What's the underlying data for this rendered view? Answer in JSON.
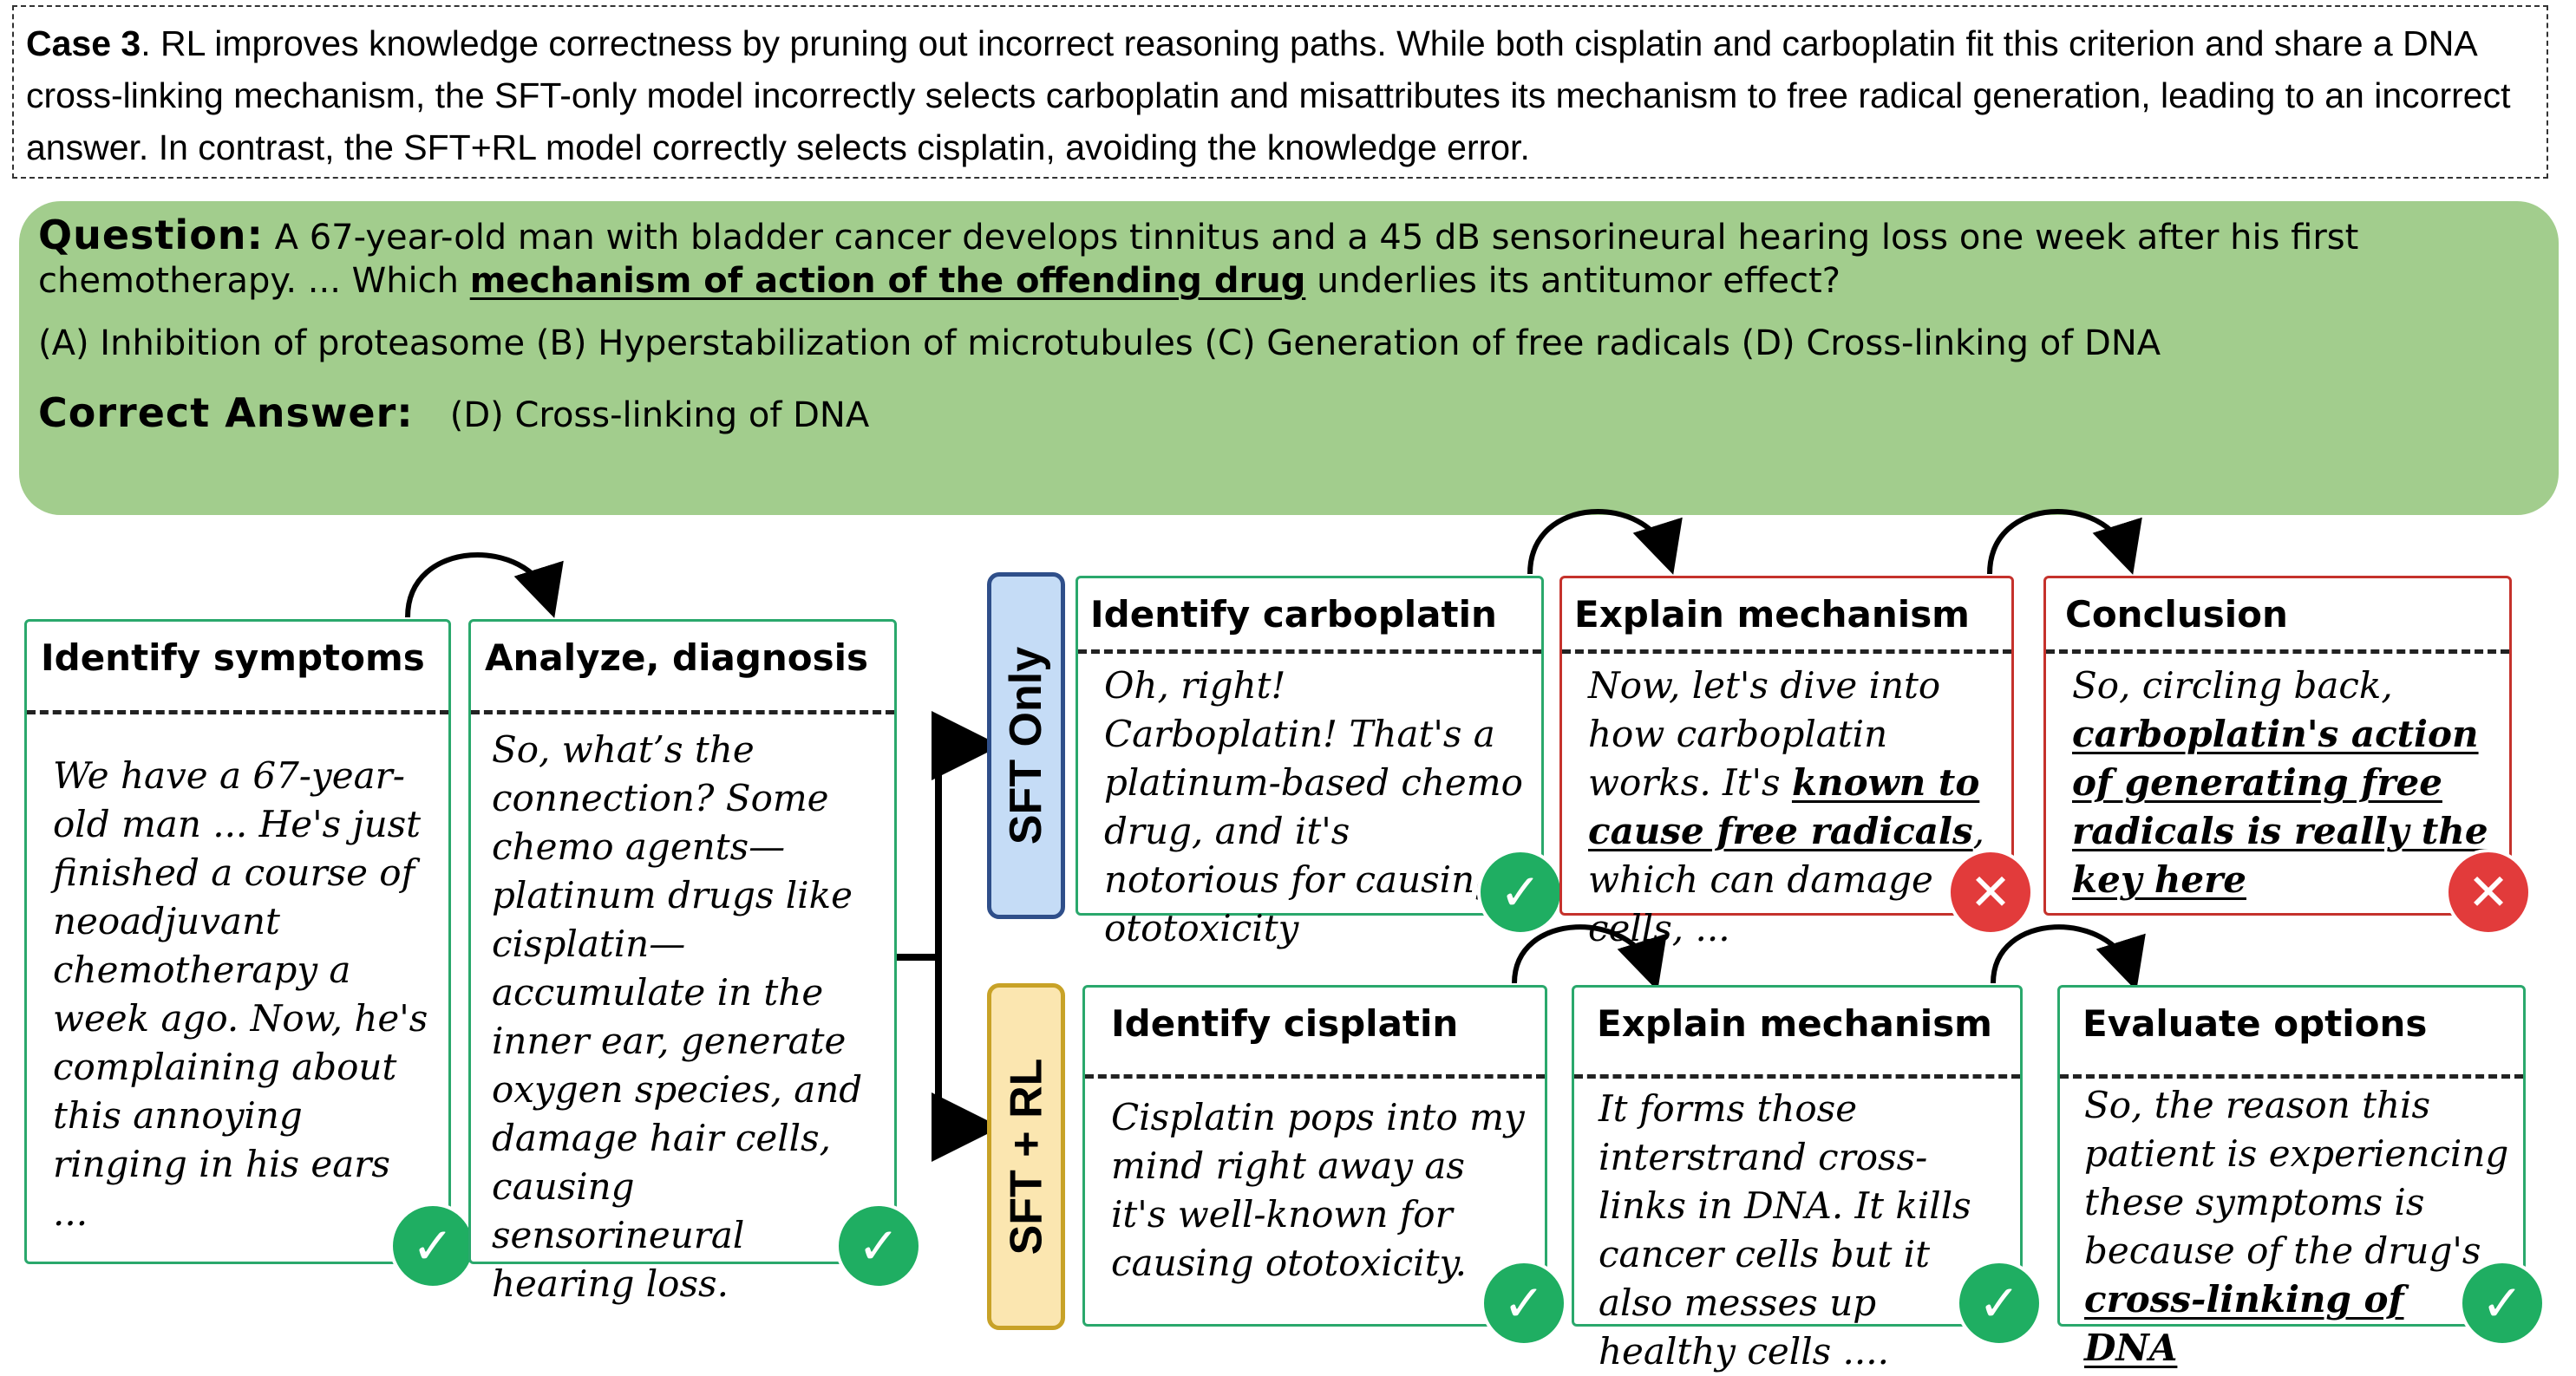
{
  "caption": {
    "label": "Case 3",
    "text": ". RL improves knowledge correctness by pruning out incorrect reasoning paths. While both cisplatin and carboplatin fit this criterion and share a DNA cross-linking mechanism, the SFT-only model incorrectly selects carboplatin and misattributes its mechanism to free radical generation, leading to an incorrect answer. In contrast, the SFT+RL model correctly selects cisplatin, avoiding the knowledge error."
  },
  "question": {
    "label": "Question:",
    "text_before": "A 67-year-old man with bladder cancer develops tinnitus and a 45 dB sensorineural hearing loss one week after his first chemotherapy. ... Which",
    "text_emph": "mechanism of action of the offending drug",
    "text_after": "underlies its antitumor effect?",
    "options": "(A) Inhibition of proteasome (B) Hyperstabilization of microtubules  (C) Generation of free radicals (D) Cross-linking of DNA",
    "answer_label": "Correct Answer:",
    "answer": "(D) Cross-linking of DNA"
  },
  "branches": {
    "sft_only": "SFT Only",
    "sft_rl": "SFT + RL"
  },
  "steps": {
    "identify_symptoms": {
      "title": "Identify symptoms",
      "body": "We have a 67-year-old man ... He's just finished a course of neoadjuvant chemotherapy a week ago. Now, he's complaining about this annoying ringing in his ears ...",
      "status": "correct"
    },
    "analyze_diagnosis": {
      "title": "Analyze, diagnosis",
      "body": "So, what’s the connection? Some chemo agents—platinum drugs like cisplatin—accumulate in the inner ear, generate oxygen species, and damage hair cells, causing sensorineural hearing loss.",
      "status": "correct"
    },
    "sft_identify": {
      "title": "Identify carboplatin",
      "body": "Oh, right! Carboplatin! That's a platinum-based chemo drug, and it's notorious for causing ototoxicity",
      "status": "correct"
    },
    "sft_explain": {
      "title": "Explain mechanism",
      "body_before": "Now, let's dive into how carboplatin works. It's",
      "body_emph": "known to cause free radicals",
      "body_after": ", which can damage cells, ...",
      "status": "incorrect"
    },
    "sft_conclusion": {
      "title": "Conclusion",
      "body_before": "So, circling back,",
      "body_emph": "carboplatin's action of generating free radicals is really the key here",
      "status": "incorrect"
    },
    "rl_identify": {
      "title": "Identify cisplatin",
      "body": "Cisplatin pops into my mind right away as it's well-known for causing ototoxicity.",
      "status": "correct"
    },
    "rl_explain": {
      "title": "Explain mechanism",
      "body": "It forms those interstrand cross-links in DNA. It kills cancer cells but it also messes up healthy cells ....",
      "status": "correct"
    },
    "rl_evaluate": {
      "title": "Evaluate options",
      "body_before": "So, the reason this patient is experiencing these symptoms is because of the drug's",
      "body_emph": "cross-linking of DNA",
      "status": "correct"
    }
  },
  "icons": {
    "correct": "check-icon",
    "incorrect": "cross-icon",
    "correct_glyph": "✓",
    "incorrect_glyph": "✕"
  },
  "colors": {
    "panel_green": "#a2cd8d",
    "box_green": "#2aa86c",
    "box_red": "#c5322c",
    "badge_green": "#1fae62",
    "badge_red": "#e23b3b",
    "sft_only_fill": "#c5dcf6",
    "sft_rl_fill": "#fbe6b0"
  }
}
